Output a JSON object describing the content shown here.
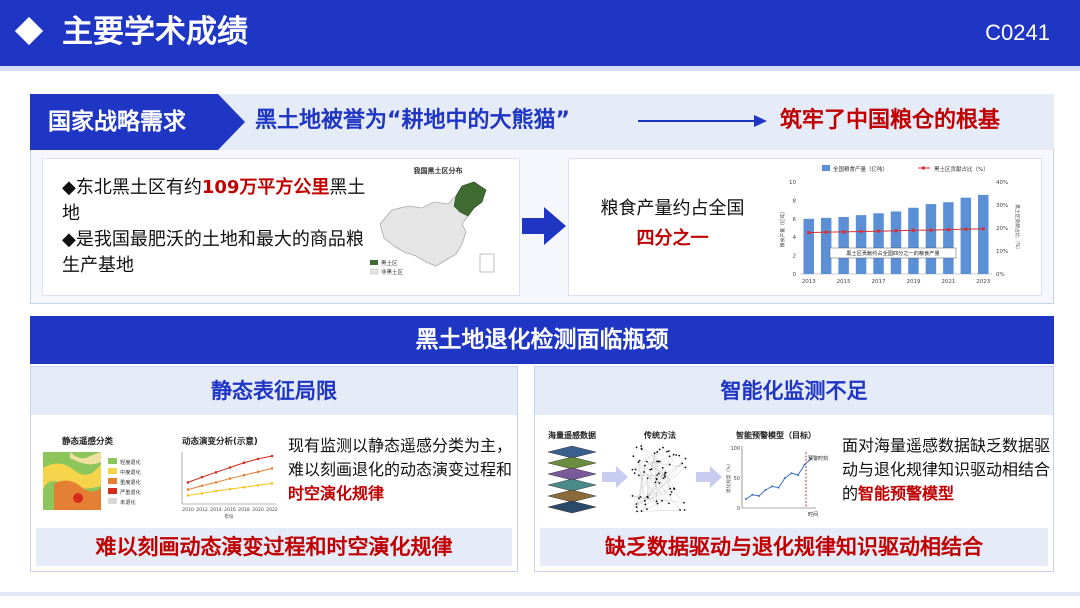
{
  "header": {
    "title": "主要学术成绩",
    "code": "C0241"
  },
  "section1": {
    "tag": "国家战略需求",
    "claim": "黑土地被誉为“耕地中的大熊猫”",
    "result": "筑牢了中国粮仓的根基",
    "left": {
      "b1_pre": "◆东北黑土区有约",
      "b1_highlight": "109万平方公里",
      "b1_post": "黑土地",
      "b2": "◆是我国最肥沃的土地和最大的商品粮生产基地",
      "map_title": "我国黑土区分布",
      "map_legend": [
        "黑土区",
        "非黑土区"
      ]
    },
    "right": {
      "line1": "粮食产量约占全国",
      "highlight": "四分之一"
    },
    "colors": {
      "accent": "#1f35c4",
      "highlight": "#c00000"
    }
  },
  "chart_data": {
    "type": "bar",
    "categories": [
      "2013",
      "2014",
      "2015",
      "2016",
      "2017",
      "2018",
      "2019",
      "2020",
      "2021",
      "2022",
      "2023"
    ],
    "x_tick_labels": [
      "2013",
      "2015",
      "2017",
      "2019",
      "2021",
      "2023"
    ],
    "series": [
      {
        "name": "全国粮食产量（亿吨）",
        "type": "bar",
        "axis": "left",
        "values": [
          6.0,
          6.1,
          6.2,
          6.4,
          6.6,
          6.8,
          7.2,
          7.6,
          7.8,
          8.3,
          8.6
        ]
      },
      {
        "name": "黑土区贡献占比（%）",
        "type": "line",
        "axis": "right",
        "values": [
          18,
          18.2,
          18.3,
          18.5,
          18.6,
          18.8,
          19,
          19.1,
          19.3,
          19.5,
          19.6
        ]
      }
    ],
    "ylabel_left": "粮食产量（亿吨）",
    "ylabel_right": "黑土区贡献占比（%）",
    "ylim_left": [
      0,
      10
    ],
    "ylim_right": [
      0,
      40
    ],
    "yticks_left": [
      "0",
      "2",
      "4",
      "6",
      "8",
      "10"
    ],
    "yticks_right": [
      "0%",
      "10%",
      "20%",
      "30%",
      "40%"
    ],
    "annotation": "黑土区贡献约占全国四分之一的粮食产量",
    "legend_position": "top"
  },
  "section2": {
    "banner": "黑土地退化检测面临瓶颈",
    "left": {
      "title": "静态表征局限",
      "img_title1": "静态遥感分类",
      "img_title2": "动态演变分析(示意)",
      "legend": [
        "轻度退化",
        "中度退化",
        "重度退化",
        "严重退化",
        "未退化"
      ],
      "years": [
        "2010",
        "2012",
        "2014",
        "2016",
        "2018",
        "2020",
        "2022"
      ],
      "x_axis": "年份",
      "text_pre": "现有监测以静态遥感分类为主，难以刻画退化的动态演变过程和",
      "text_highlight": "时空演化规律",
      "conclusion": "难以刻画动态演变过程和时空演化规律"
    },
    "right": {
      "title": "智能化监测不足",
      "img_label1": "海量遥感数据",
      "img_label2": "传统方法",
      "img_label3": "智能预警模型（目标）",
      "warning_label": "预警时刻",
      "axis_x": "时间",
      "axis_y": "退化程度（%）",
      "yticks": [
        "0",
        "50",
        "100"
      ],
      "text_pre": "面对海量遥感数据缺乏数据驱动与退化规律知识驱动相结合的",
      "text_highlight": "智能预警模型",
      "conclusion": "缺乏数据驱动与退化规律知识驱动相结合"
    }
  }
}
